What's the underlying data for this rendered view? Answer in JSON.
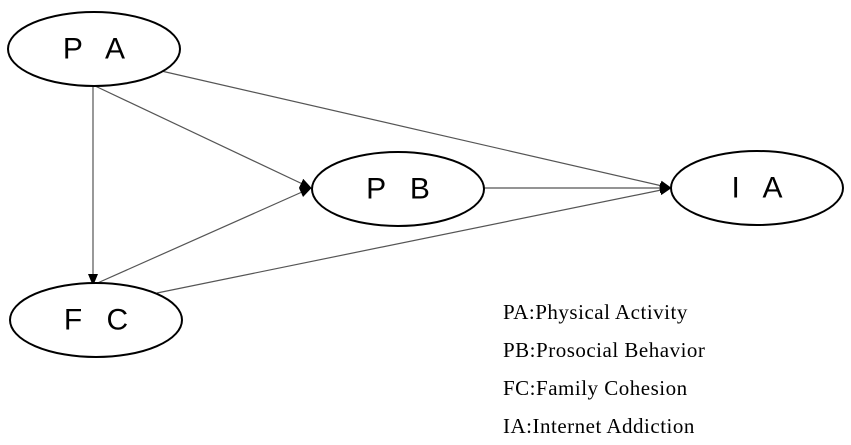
{
  "nodes": {
    "pa": {
      "label": "P A"
    },
    "pb": {
      "label": "P B"
    },
    "fc": {
      "label": "F C"
    },
    "ia": {
      "label": "I A"
    }
  },
  "edges": [
    {
      "from": "PA",
      "to": "PB"
    },
    {
      "from": "PA",
      "to": "IA"
    },
    {
      "from": "PA",
      "to": "FC"
    },
    {
      "from": "FC",
      "to": "PB"
    },
    {
      "from": "FC",
      "to": "IA"
    },
    {
      "from": "PB",
      "to": "IA"
    }
  ],
  "legend": [
    "PA:Physical Activity",
    "PB:Prosocial Behavior",
    "FC:Family Cohesion",
    "IA:Internet Addiction"
  ],
  "colors": {
    "stroke": "#000000",
    "edge": "#555555",
    "background": "#ffffff"
  }
}
